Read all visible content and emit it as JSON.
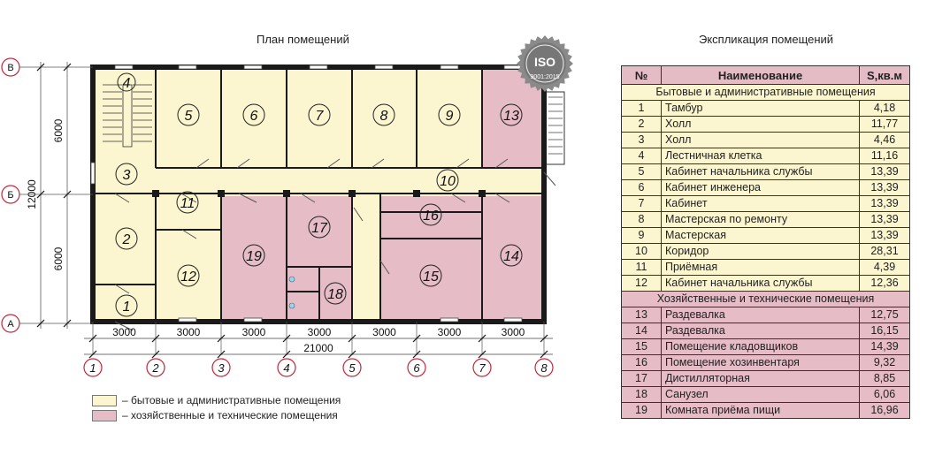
{
  "titles": {
    "plan": "План помещений",
    "explication": "Экспликация помещений"
  },
  "iso_badge": {
    "top": "ISO",
    "bottom": "9001:2015"
  },
  "colors": {
    "admin": "#fbf6cf",
    "tech": "#e6bcc6",
    "wall": "#1a1a1a",
    "axis": "#c0283a"
  },
  "axes_rows": [
    "В",
    "Б",
    "А"
  ],
  "axes_cols": [
    "1",
    "2",
    "3",
    "4",
    "5",
    "6",
    "7",
    "8"
  ],
  "dims": {
    "segments": [
      "3000",
      "3000",
      "3000",
      "3000",
      "3000",
      "3000",
      "3000"
    ],
    "total": "21000",
    "left": [
      "6000",
      "6000"
    ],
    "left_total": "12000"
  },
  "rooms": [
    "1",
    "2",
    "3",
    "4",
    "5",
    "6",
    "7",
    "8",
    "9",
    "10",
    "11",
    "12",
    "13",
    "14",
    "15",
    "16",
    "17",
    "18",
    "19"
  ],
  "legend": [
    {
      "color": "#fbf6cf",
      "text": "– бытовые и административные помещения"
    },
    {
      "color": "#e6bcc6",
      "text": "– хозяйственные и технические помещения"
    }
  ],
  "explication": {
    "headers": {
      "no": "№",
      "name": "Наименование",
      "area": "S,кв.м"
    },
    "sections": [
      {
        "title": "Бытовые и административные помещения",
        "rows": [
          {
            "no": "1",
            "name": "Тамбур",
            "area": "4,18"
          },
          {
            "no": "2",
            "name": "Холл",
            "area": "11,77"
          },
          {
            "no": "3",
            "name": "Холл",
            "area": "4,46"
          },
          {
            "no": "4",
            "name": "Лестничная клетка",
            "area": "11,16"
          },
          {
            "no": "5",
            "name": "Кабинет начальника службы",
            "area": "13,39"
          },
          {
            "no": "6",
            "name": "Кабинет инженера",
            "area": "13,39"
          },
          {
            "no": "7",
            "name": "Кабинет",
            "area": "13,39"
          },
          {
            "no": "8",
            "name": "Мастерская по ремонту",
            "area": "13,39"
          },
          {
            "no": "9",
            "name": "Мастерская",
            "area": "13,39"
          },
          {
            "no": "10",
            "name": "Коридор",
            "area": "28,31"
          },
          {
            "no": "11",
            "name": "Приёмная",
            "area": "4,39"
          },
          {
            "no": "12",
            "name": "Кабинет начальника службы",
            "area": "12,36"
          }
        ]
      },
      {
        "title": "Хозяйственные и технические помещения",
        "rows": [
          {
            "no": "13",
            "name": "Раздевалка",
            "area": "12,75"
          },
          {
            "no": "14",
            "name": "Раздевалка",
            "area": "16,15"
          },
          {
            "no": "15",
            "name": "Помещение кладовщиков",
            "area": "14,39"
          },
          {
            "no": "16",
            "name": "Помещение хозинвентаря",
            "area": "9,32"
          },
          {
            "no": "17",
            "name": "Дистилляторная",
            "area": "8,85"
          },
          {
            "no": "18",
            "name": "Санузел",
            "area": "6,06"
          },
          {
            "no": "19",
            "name": "Комната приёма пищи",
            "area": "16,96"
          }
        ]
      }
    ]
  }
}
